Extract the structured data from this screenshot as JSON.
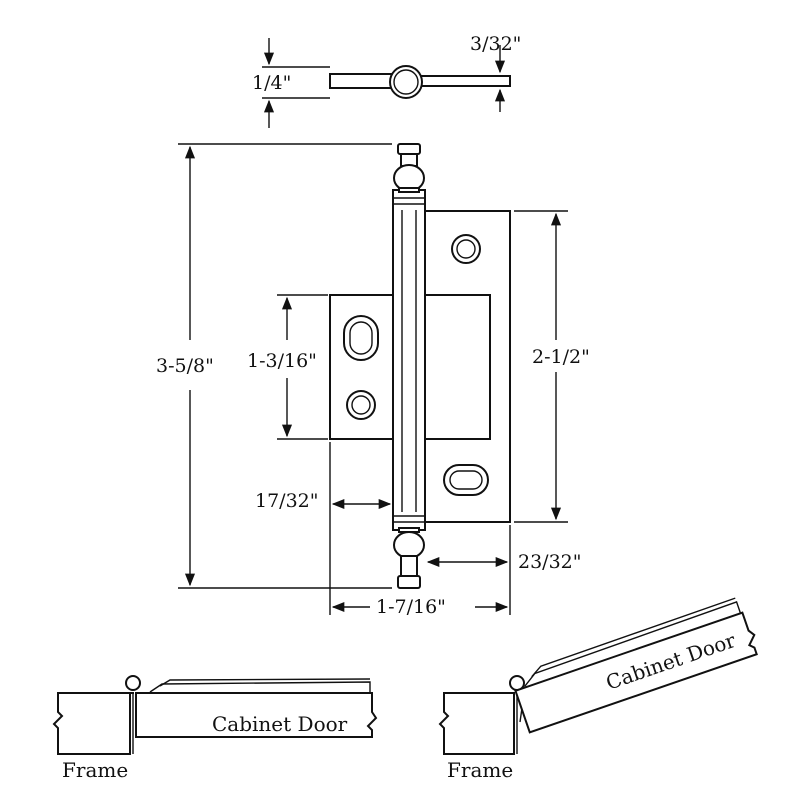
{
  "dimensions": {
    "leaf_thickness": "1/4\"",
    "pin_offset": "3/32\"",
    "overall_height": "3-5/8\"",
    "door_leaf_height": "1-3/16\"",
    "frame_leaf_height": "2-1/2\"",
    "barrel_offset": "17/32\"",
    "frame_leaf_width": "23/32\"",
    "overall_width": "1-7/16\""
  },
  "installation": {
    "closed": {
      "door_label": "Cabinet Door",
      "frame_label": "Frame"
    },
    "open": {
      "door_label": "Cabinet Door",
      "frame_label": "Frame"
    }
  },
  "colors": {
    "line": "#111111",
    "background": "#ffffff"
  }
}
